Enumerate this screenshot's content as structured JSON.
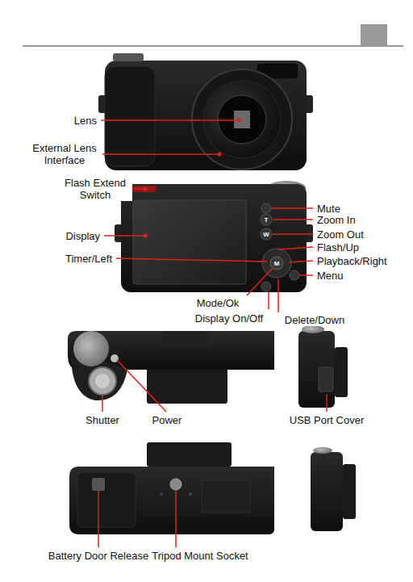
{
  "diagram": {
    "labels": [
      "Lens",
      "External Lens Interface",
      "Flash Extend Switch",
      "Mute",
      "Zoom In",
      "Zoom Out",
      "Display",
      "Flash/Up",
      "Timer/Left",
      "Playback/Right",
      "Menu",
      "Mode/Ok",
      "Display On/Off",
      "Delete/Down",
      "Shutter",
      "Power",
      "USB Port Cover",
      "Battery Door Release",
      "Tripod Mount Socket",
      "T",
      "W",
      "M"
    ]
  }
}
